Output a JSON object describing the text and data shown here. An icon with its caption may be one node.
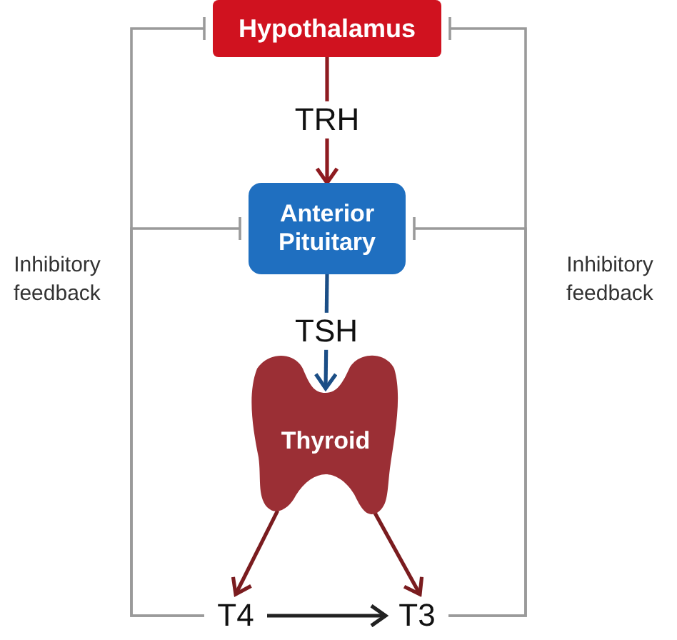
{
  "diagram": {
    "nodes": [
      {
        "text": [
          "Hypothalamus"
        ]
      },
      {
        "text": [
          "Anterior Pituitary"
        ]
      },
      {
        "text": [
          "Thyroid"
        ]
      },
      {
        "text": [
          "T4"
        ]
      },
      {
        "text": [
          "T3"
        ]
      }
    ],
    "edges": [
      {
        "from": 0,
        "to": 1,
        "arrow": "to",
        "label": "TRH",
        "color": "#8e1b20"
      },
      {
        "from": 1,
        "to": 2,
        "arrow": "to",
        "label": "TSH",
        "color": "#1b4e86"
      },
      {
        "from": 2,
        "to": 3,
        "arrow": "to",
        "color": "#7a1c1f"
      },
      {
        "from": 2,
        "to": 4,
        "arrow": "to",
        "color": "#7a1c1f"
      },
      {
        "from": 3,
        "to": 4,
        "arrow": "to",
        "color": "#222222"
      },
      {
        "from": 3,
        "to": 0,
        "arrow": "other"
      },
      {
        "from": 3,
        "to": 1,
        "arrow": "other"
      },
      {
        "from": 4,
        "to": 0,
        "arrow": "other"
      },
      {
        "from": 4,
        "to": 1,
        "arrow": "other"
      }
    ],
    "labels": [
      "Inhibitory feedback",
      "Inhibitory feedback"
    ]
  }
}
